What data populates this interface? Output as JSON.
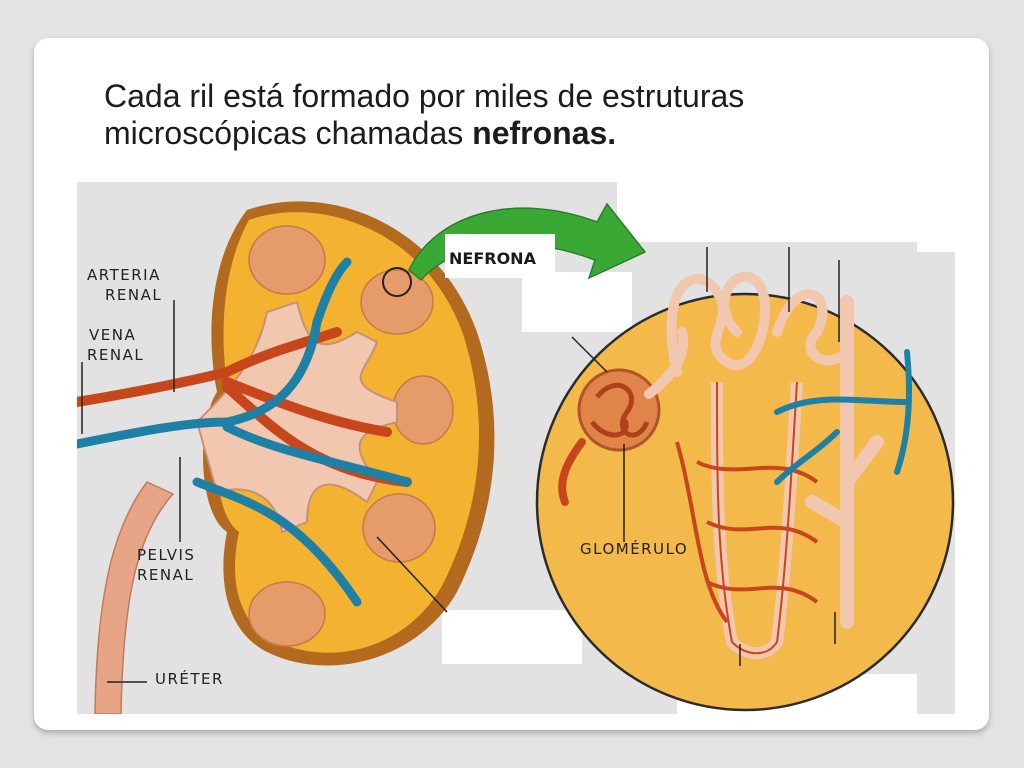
{
  "slide": {
    "heading_line1": "Cada ril está formado por miles de estruturas",
    "heading_line2_plain": "microscópicas chamadas ",
    "heading_line2_bold": "nefronas."
  },
  "diagram": {
    "labels": {
      "arteria_1": "ARTERIA",
      "arteria_2": "RENAL",
      "vena_1": "VENA",
      "vena_2": "RENAL",
      "pelvis_1": "PELVIS",
      "pelvis_2": "RENAL",
      "ureter": "URÉTER",
      "nefrona": "NEFRONA",
      "glomerulo": "GLOMÉRULO"
    },
    "colors": {
      "kidney_fill": "#f3b330",
      "kidney_rim": "#b36a1e",
      "pelvis_pink": "#f2c7b0",
      "artery_red": "#c8461c",
      "vein_blue": "#1f80a6",
      "arrow_green": "#3aa835",
      "circle_fill": "#f3b94a"
    }
  }
}
